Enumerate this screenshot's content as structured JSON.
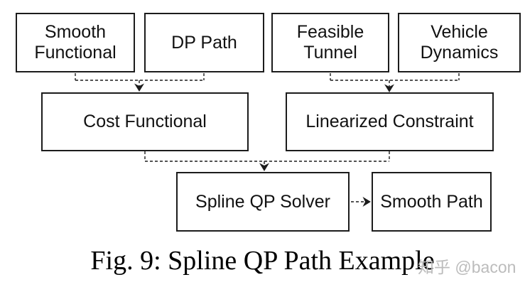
{
  "figure": {
    "caption": "Fig. 9: Spline QP Path Example",
    "watermark": "知乎 @bacon"
  },
  "diagram": {
    "type": "flowchart",
    "nodes": [
      {
        "id": "smooth-functional",
        "label": "Smooth Functional"
      },
      {
        "id": "dp-path",
        "label": "DP Path"
      },
      {
        "id": "feasible-tunnel",
        "label": "Feasible Tunnel"
      },
      {
        "id": "vehicle-dynamics",
        "label": "Vehicle Dynamics"
      },
      {
        "id": "cost-functional",
        "label": "Cost Functional"
      },
      {
        "id": "linearized-constraint",
        "label": "Linearized Constraint"
      },
      {
        "id": "spline-qp-solver",
        "label": "Spline QP Solver"
      },
      {
        "id": "smooth-path",
        "label": "Smooth Path"
      }
    ],
    "edges": [
      {
        "from": "Smooth Functional",
        "to": "Cost Functional",
        "style": "dashed-arrow"
      },
      {
        "from": "DP Path",
        "to": "Cost Functional",
        "style": "dashed-arrow"
      },
      {
        "from": "Feasible Tunnel",
        "to": "Linearized Constraint",
        "style": "dashed-arrow"
      },
      {
        "from": "Vehicle Dynamics",
        "to": "Linearized Constraint",
        "style": "dashed-arrow"
      },
      {
        "from": "Cost Functional",
        "to": "Spline QP Solver",
        "style": "dashed-arrow"
      },
      {
        "from": "Linearized Constraint",
        "to": "Spline QP Solver",
        "style": "dashed-arrow"
      },
      {
        "from": "Spline QP Solver",
        "to": "Smooth Path",
        "style": "dashed-arrow"
      }
    ],
    "colors": {
      "node_border": "#1c1c1c",
      "node_fill": "#ffffff",
      "connector": "#1c1c1c",
      "caption": "#000000",
      "watermark": "#bcbcbc",
      "background": "#ffffff"
    }
  }
}
